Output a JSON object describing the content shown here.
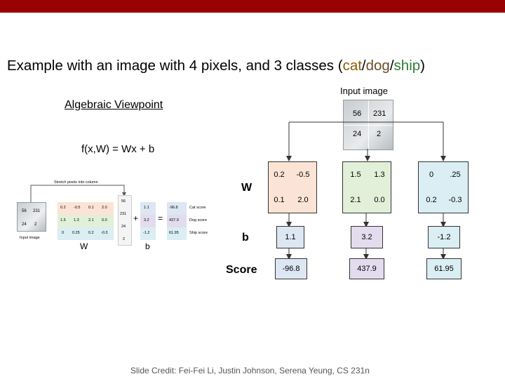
{
  "header": {
    "title_prefix": "Example with an image with 4 pixels, and 3 classes (",
    "cat": "cat",
    "sep1": "/",
    "dog": "dog",
    "sep2": "/",
    "ship": "ship",
    "title_suffix": ")"
  },
  "left": {
    "viewpoint": "Algebraic Viewpoint",
    "formula": "f(x,W) = Wx + b"
  },
  "input": {
    "label": "Input image",
    "pixels": [
      "56",
      "231",
      "24",
      "2"
    ]
  },
  "mini": {
    "stretch_label": "Stretch pixels into column",
    "input_label": "Input image",
    "w_label": "W",
    "b_label": "b",
    "plus": "+",
    "equals": "=",
    "pixels": [
      "56",
      "231",
      "24",
      "2"
    ],
    "pix_small": [
      "56",
      "231",
      "24",
      "2"
    ],
    "w_rows": [
      [
        "0.2",
        "-0.5",
        "0.1",
        "2.0"
      ],
      [
        "1.5",
        "1.3",
        "2.1",
        "0.0"
      ],
      [
        "0",
        "0.25",
        "0.2",
        "-0.3"
      ]
    ],
    "b": [
      "1.1",
      "3.2",
      "-1.2"
    ],
    "scores": [
      "-96.8",
      "437.9",
      "61.95"
    ],
    "score_names": [
      "Cat score",
      "Dog score",
      "Ship score"
    ]
  },
  "grid": {
    "w_label": "W",
    "b_label": "b",
    "score_label": "Score",
    "cat_w": [
      "0.2",
      "-0.5",
      "0.1",
      "2.0"
    ],
    "dog_w": [
      "1.5",
      "1.3",
      "2.1",
      "0.0"
    ],
    "ship_w": [
      "0",
      ".25",
      "0.2",
      "-0.3"
    ],
    "b": [
      "1.1",
      "3.2",
      "-1.2"
    ],
    "scores": [
      "-96.8",
      "437.9",
      "61.95"
    ]
  },
  "footer": {
    "credit": "Slide Credit: Fei-Fei Li, Justin Johnson, Serena Yeung, CS 231n"
  },
  "colors": {
    "topbar": "#990000",
    "cat_box": "#fbe4d5",
    "dog_box": "#e2efd9",
    "ship_box": "#daeef3",
    "b_cat": "#dde6f3",
    "b_dog": "#e3dcef",
    "b_ship": "#daeef3"
  }
}
